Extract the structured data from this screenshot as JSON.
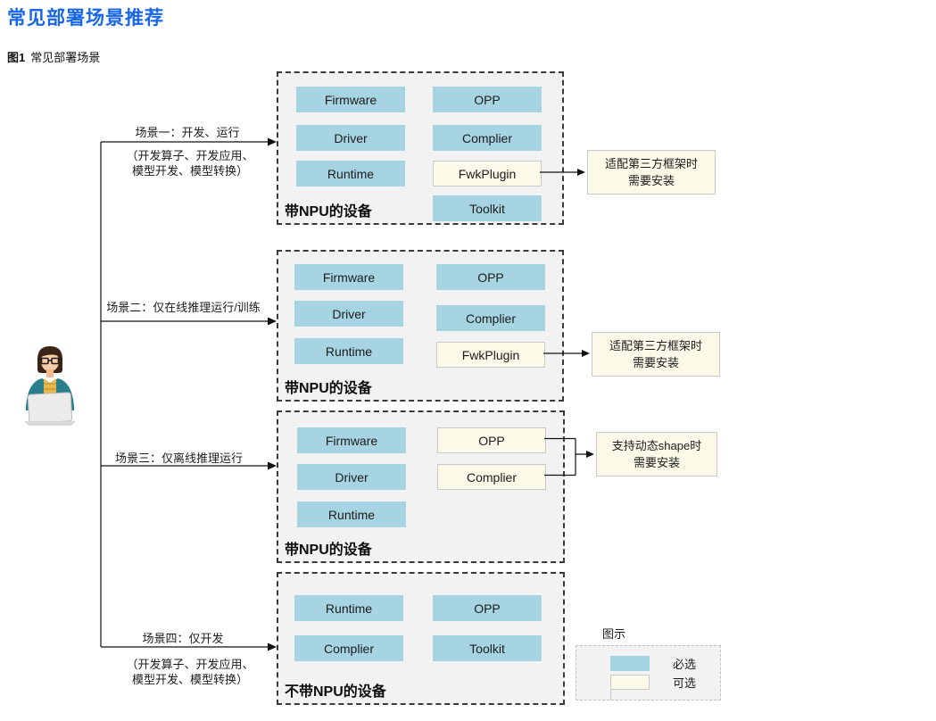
{
  "page": {
    "title": "常见部署场景推荐",
    "figure_label": "图1",
    "figure_caption": "常见部署场景"
  },
  "scenarios": [
    {
      "label": "场景一：开发、运行",
      "sub1": "（开发算子、开发应用、",
      "sub2": "模型开发、模型转换）"
    },
    {
      "label": "场景二：仅在线推理运行/训练"
    },
    {
      "label": "场景三：仅离线推理运行"
    },
    {
      "label": "场景四：仅开发",
      "sub1": "（开发算子、开发应用、",
      "sub2": "模型开发、模型转换）"
    }
  ],
  "groups": [
    {
      "name": "带NPU的设备",
      "col1": [
        "Firmware",
        "Driver",
        "Runtime"
      ],
      "col2": [
        {
          "label": "OPP",
          "optional": false
        },
        {
          "label": "Complier",
          "optional": false
        },
        {
          "label": "FwkPlugin",
          "optional": true
        },
        {
          "label": "Toolkit",
          "optional": false
        }
      ]
    },
    {
      "name": "带NPU的设备",
      "col1": [
        "Firmware",
        "Driver",
        "Runtime"
      ],
      "col2": [
        {
          "label": "OPP",
          "optional": false
        },
        {
          "label": "Complier",
          "optional": false
        },
        {
          "label": "FwkPlugin",
          "optional": true
        }
      ]
    },
    {
      "name": "带NPU的设备",
      "col1": [
        "Firmware",
        "Driver",
        "Runtime"
      ],
      "col2": [
        {
          "label": "OPP",
          "optional": true
        },
        {
          "label": "Complier",
          "optional": true
        }
      ]
    },
    {
      "name": "不带NPU的设备",
      "col1": [
        "Runtime",
        "Complier"
      ],
      "col2": [
        {
          "label": "OPP",
          "optional": false
        },
        {
          "label": "Toolkit",
          "optional": false
        }
      ]
    }
  ],
  "annotations": [
    {
      "line1": "适配第三方框架时",
      "line2": "需要安装"
    },
    {
      "line1": "适配第三方框架时",
      "line2": "需要安装"
    },
    {
      "line1": "支持动态shape时",
      "line2": "需要安装"
    }
  ],
  "legend": {
    "title": "图示",
    "required_label": "必选",
    "optional_label": "可选"
  },
  "colors": {
    "required_fill": "#a6d4e2",
    "optional_fill": "#fbf9e7",
    "group_background": "#f2f2f2",
    "title_color": "#1766e8",
    "line_color": "#111111"
  }
}
